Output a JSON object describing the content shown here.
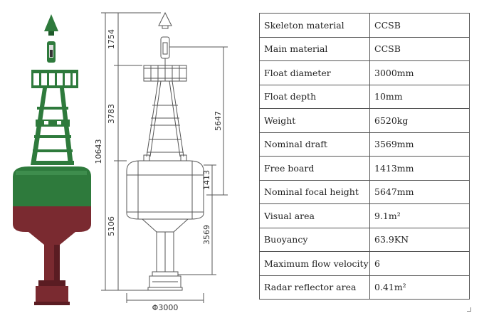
{
  "colors": {
    "green": "#2e7a3c",
    "green_dark": "#1e5a2a",
    "maroon": "#7a2a30",
    "maroon_dark": "#5a1c22",
    "line": "#555555"
  },
  "dimensions": {
    "top_height": "1754",
    "tower_height": "3783",
    "total_height": "10643",
    "focal_height": "5647",
    "free_board": "1413",
    "lower_height": "5106",
    "draft": "3569",
    "diameter": "Φ3000"
  },
  "specs": [
    {
      "label": "Skeleton material",
      "value": "CCSB"
    },
    {
      "label": "Main material",
      "value": "CCSB"
    },
    {
      "label": "Float diameter",
      "value": "3000mm"
    },
    {
      "label": "Float depth",
      "value": "10mm"
    },
    {
      "label": "Weight",
      "value": "6520kg"
    },
    {
      "label": "Nominal draft",
      "value": "3569mm"
    },
    {
      "label": "Free board",
      "value": "1413mm"
    },
    {
      "label": "Nominal focal height",
      "value": "5647mm"
    },
    {
      "label": "Visual area",
      "value": "9.1m²"
    },
    {
      "label": "Buoyancy",
      "value": "63.9KN"
    },
    {
      "label": "Maximum flow velocity",
      "value": "6"
    },
    {
      "label": "Radar reflector area",
      "value": "0.41m²"
    }
  ]
}
